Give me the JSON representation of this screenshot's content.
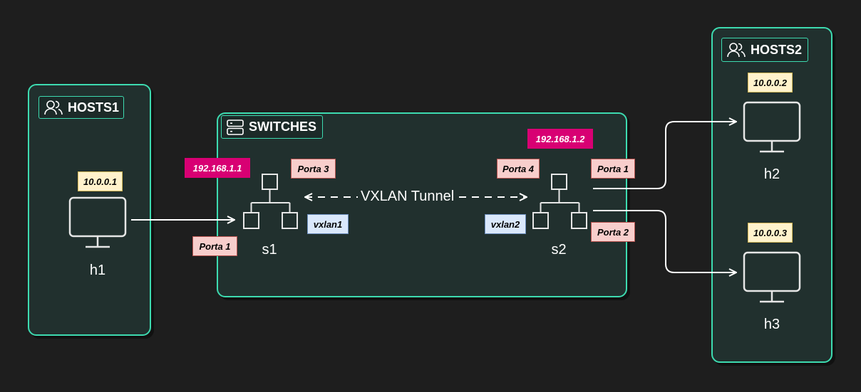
{
  "groups": {
    "hosts1": "HOSTS1",
    "switches": "SWITCHES",
    "hosts2": "HOSTS2"
  },
  "hosts": {
    "h1": {
      "name": "h1",
      "ip": "10.0.0.1"
    },
    "h2": {
      "name": "h2",
      "ip": "10.0.0.2"
    },
    "h3": {
      "name": "h3",
      "ip": "10.0.0.3"
    }
  },
  "switches": {
    "s1": {
      "name": "s1",
      "ip": "192.168.1.1",
      "port_in": "Porta 1",
      "port_tunnel": "Porta 3",
      "vxlan": "vxlan1"
    },
    "s2": {
      "name": "s2",
      "ip": "192.168.1.2",
      "port_tunnel": "Porta 4",
      "port_h2": "Porta 1",
      "port_h3": "Porta 2",
      "vxlan": "vxlan2"
    }
  },
  "tunnel": {
    "label": "VXLAN Tunnel"
  },
  "icons": {
    "group_hosts": "users-icon",
    "group_switches": "server-icon",
    "host": "monitor-icon",
    "switch": "network-hierarchy-icon"
  },
  "colors": {
    "border": "#3ddbb0",
    "group_fill": "#21302e",
    "background": "#1e1e1e",
    "ip_switch": "#d80073",
    "ip_host": "#fff2cc",
    "port": "#f8cecc",
    "vxlan": "#dae8fc"
  }
}
